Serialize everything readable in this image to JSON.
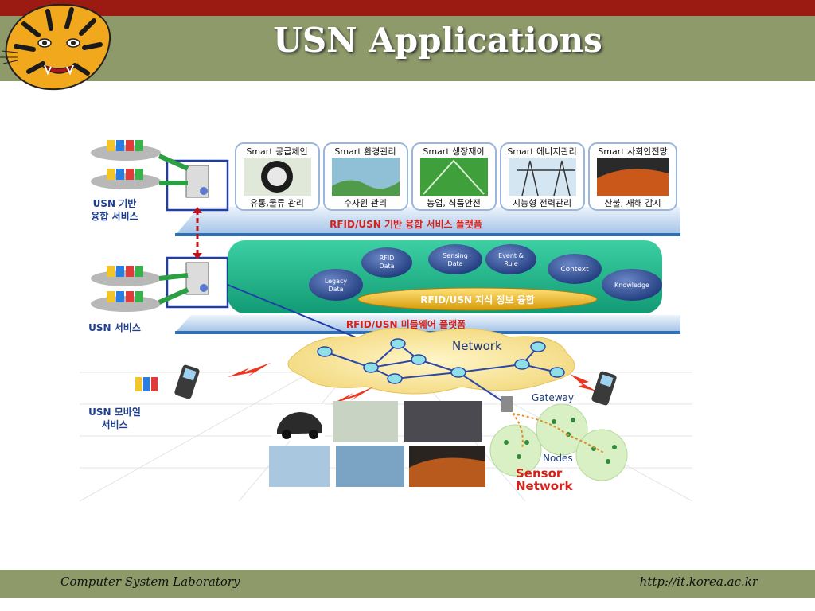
{
  "slide": {
    "title": "USN Applications",
    "footer_left": "Computer System Laboratory",
    "footer_right": "http://it.korea.ac.kr"
  },
  "diagram": {
    "left_labels": {
      "fusion_service_line1": "USN 기반",
      "fusion_service_line2": "융합 서비스",
      "usn_service": "USN 서비스",
      "mobile_service_line1": "USN 모바일",
      "mobile_service_line2": "서비스"
    },
    "service_cards": [
      {
        "title": "Smart 공급체인",
        "caption": "유통,물류 관리"
      },
      {
        "title": "Smart 환경관리",
        "caption": "수자원 관리"
      },
      {
        "title": "Smart 생장재이",
        "caption": "농업, 식품안전"
      },
      {
        "title": "Smart 에너지관리",
        "caption": "지능형 전력관리"
      },
      {
        "title": "Smart 사회안전망",
        "caption": "산불, 재해 감시"
      }
    ],
    "top_platform_label": "RFID/USN 기반 융합 서비스 플랫폼",
    "middleware_label": "RFID/USN 미들웨어 플랫폼",
    "knowledge_bar_label": "RFID/USN 지식 정보 융합",
    "data_nodes": [
      {
        "line1": "Legacy",
        "line2": "Data"
      },
      {
        "line1": "RFID",
        "line2": "Data"
      },
      {
        "line1": "Sensing",
        "line2": "Data"
      },
      {
        "line1": "Event &",
        "line2": "Rule"
      },
      {
        "line1": "Context",
        "line2": ""
      },
      {
        "line1": "Knowledge",
        "line2": ""
      }
    ],
    "network_label": "Network",
    "gateway_label": "Gateway",
    "nodes_label": "Nodes",
    "sensor_network_line1": "Sensor",
    "sensor_network_line2": "Network",
    "colors": {
      "platform_blue": "#2f6fb5",
      "middleware_green": "#1fae86",
      "label_red": "#d6211b",
      "label_blue": "#1d3f8f",
      "title_band": "#8e9a6a",
      "top_stripe": "#9b1a12"
    }
  }
}
